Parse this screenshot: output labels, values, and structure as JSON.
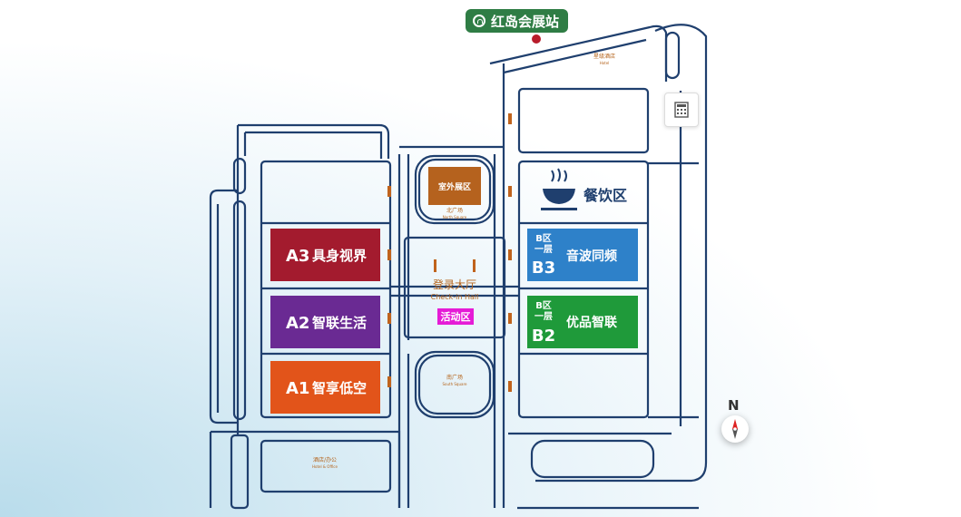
{
  "station": {
    "name": "红岛会展站",
    "icon": "metro-icon"
  },
  "hotel_top": {
    "label_cn": "星级酒店",
    "label_en": "Hotel"
  },
  "outdoor_hall": {
    "label": "室外展区",
    "sub_cn": "北广场",
    "sub_en": "North Square",
    "color": "#b5621e"
  },
  "north_square_label": "北广场",
  "south_square": {
    "label_cn": "南广场",
    "label_en": "South Square"
  },
  "checkin": {
    "label_cn": "登录大厅",
    "label_en": "Check-in Hall"
  },
  "activity": {
    "label": "活动区",
    "color": "#e51bd6"
  },
  "dining": {
    "label": "餐饮区",
    "icon": "noodle-bowl-icon"
  },
  "hotel_office": {
    "label_cn": "酒店/办公",
    "label_en": "Hotel & Office"
  },
  "halls": {
    "a3": {
      "code": "A3",
      "name": "具身视界",
      "color": "#a31b2e"
    },
    "a2": {
      "code": "A2",
      "name": "智联生活",
      "color": "#6a2a93"
    },
    "a1": {
      "code": "A1",
      "name": "智享低空",
      "color": "#e2541a"
    },
    "b3": {
      "zone": "B区",
      "floor": "一层",
      "code": "B3",
      "name": "音波同频",
      "color": "#2e81c9"
    },
    "b2": {
      "zone": "B区",
      "floor": "一层",
      "code": "B2",
      "name": "优品智联",
      "color": "#1f9a3a"
    }
  },
  "compass": {
    "label": "N"
  },
  "toolbar": {
    "calculator_icon": "calculator-icon"
  }
}
